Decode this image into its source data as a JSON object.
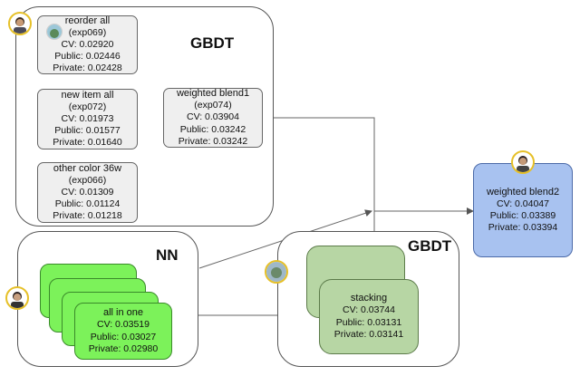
{
  "gbdt_group": {
    "title": "GBDT",
    "nodes": [
      {
        "name": "reorder all",
        "id": "(exp069)",
        "cv": "CV: 0.02920",
        "public": "Public: 0.02446",
        "private": "Private: 0.02428"
      },
      {
        "name": "new item all",
        "id": "(exp072)",
        "cv": "CV: 0.01973",
        "public": "Public: 0.01577",
        "private": "Private: 0.01640"
      },
      {
        "name": "other color 36w",
        "id": "(exp066)",
        "cv": "CV: 0.01309",
        "public": "Public: 0.01124",
        "private": "Private: 0.01218"
      }
    ],
    "blend": {
      "name": "weighted blend1",
      "id": "(exp074)",
      "cv": "CV: 0.03904",
      "public": "Public: 0.03242",
      "private": "Private: 0.03242"
    }
  },
  "nn_group": {
    "title": "NN",
    "node": {
      "name": "all in one",
      "cv": "CV: 0.03519",
      "public": "Public: 0.03027",
      "private": "Private: 0.02980"
    }
  },
  "stacking_group": {
    "title": "GBDT",
    "node": {
      "name": "stacking",
      "cv": "CV: 0.03744",
      "public": "Public: 0.03131",
      "private": "Private: 0.03141"
    }
  },
  "final": {
    "name": "weighted blend2",
    "cv": "CV: 0.04047",
    "public": "Public: 0.03389",
    "private": "Private: 0.03394"
  },
  "colors": {
    "nn_green": "#7cf25a",
    "stacking_green": "#b7d6a4",
    "final_blue": "#a8c2f0",
    "node_gray": "#efefef",
    "avatar_ring": "#e6c028"
  }
}
